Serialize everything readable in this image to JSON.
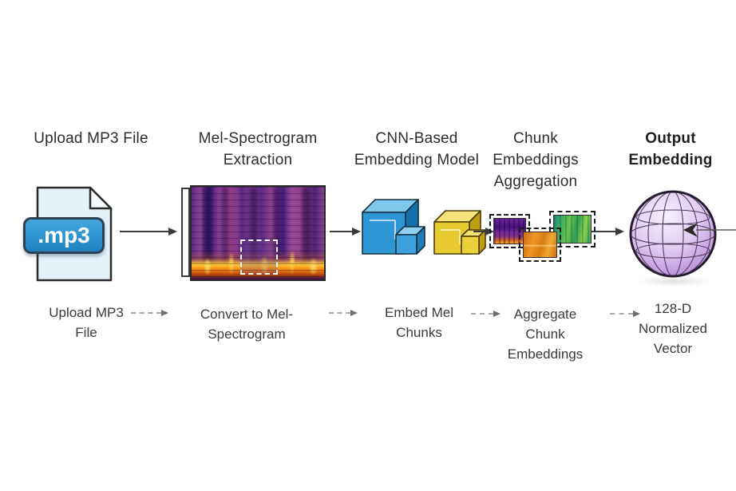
{
  "diagram": {
    "stages": [
      {
        "title_lines": [
          "Upload MP3 File"
        ],
        "caption_lines": [
          "Upload MP3",
          "File"
        ],
        "badge": ".mp3"
      },
      {
        "title_lines": [
          "Mel-Spectrogram",
          "Extraction"
        ],
        "caption_lines": [
          "Convert to Mel-",
          "Spectrogram"
        ]
      },
      {
        "title_lines": [
          "CNN-Based",
          "Embedding Model"
        ],
        "caption_lines": [
          "Embed Mel",
          "Chunks"
        ]
      },
      {
        "title_lines": [
          "Chunk",
          "Embeddings",
          "Aggregation"
        ],
        "caption_lines": [
          "Aggregate",
          "Chunk",
          "Embeddings"
        ]
      },
      {
        "title_lines": [
          "Output",
          "Embedding"
        ],
        "caption_lines": [
          "128-D",
          "Normalized",
          "Vector"
        ]
      }
    ],
    "colors": {
      "badge_blue": "#2f97d1",
      "file_fill": "#e4f1f9",
      "cube_blue_front": "#2e96d4",
      "cube_blue_top": "#7ec8ee",
      "cube_blue_side": "#1470ad",
      "cube_yellow_front": "#e8c930",
      "cube_yellow_top": "#f6e47a",
      "cube_yellow_side": "#c09e10",
      "sphere_purple": "#c9a6e2",
      "spectrogram_purple": "#6a2d84",
      "spectrogram_orange": "#f58a16",
      "arrow_solid": "#3c3c3c",
      "arrow_dashed": "#a6a6a6"
    }
  }
}
